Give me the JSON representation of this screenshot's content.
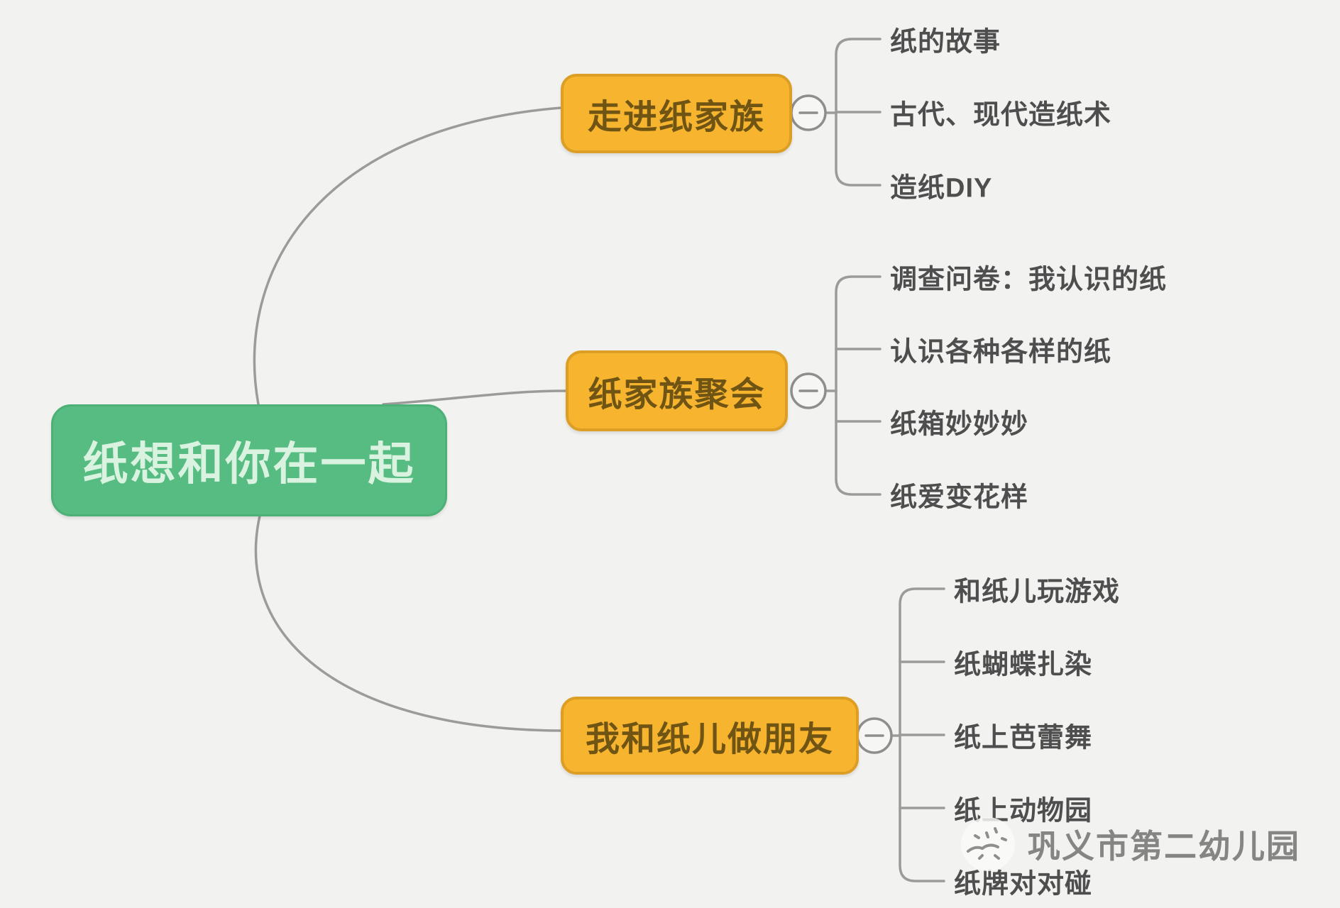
{
  "colors": {
    "bg": "#f2f2f0",
    "root-fill": "#56bc81",
    "root-border": "#4cb077",
    "root-text": "#d9f3e0",
    "branch-fill": "#f7b42f",
    "branch-border": "#dd9e25",
    "branch-text": "#6f5414",
    "child-text": "#4e4e4e",
    "line": "#9b9b99",
    "circle-fill": "#f6f6f4",
    "circle-border": "#8e8e8c",
    "watermark-text": "#7c7c7a"
  },
  "root": {
    "label": "纸想和你在一起"
  },
  "branches": [
    {
      "label": "走进纸家族",
      "collapse_icon": "minus-icon",
      "children": [
        "纸的故事",
        "古代、现代造纸术",
        "造纸DIY"
      ]
    },
    {
      "label": "纸家族聚会",
      "collapse_icon": "minus-icon",
      "children": [
        "调查问卷：我认识的纸",
        "认识各种各样的纸",
        "纸箱妙妙妙",
        "纸爱变花样"
      ]
    },
    {
      "label": "我和纸儿做朋友",
      "collapse_icon": "minus-icon",
      "children": [
        "和纸儿玩游戏",
        "纸蝴蝶扎染",
        "纸上芭蕾舞",
        "纸上动物园",
        "纸牌对对碰"
      ]
    }
  ],
  "watermark": {
    "label": "巩义市第二幼儿园",
    "logo": "kindergarten-logo"
  }
}
